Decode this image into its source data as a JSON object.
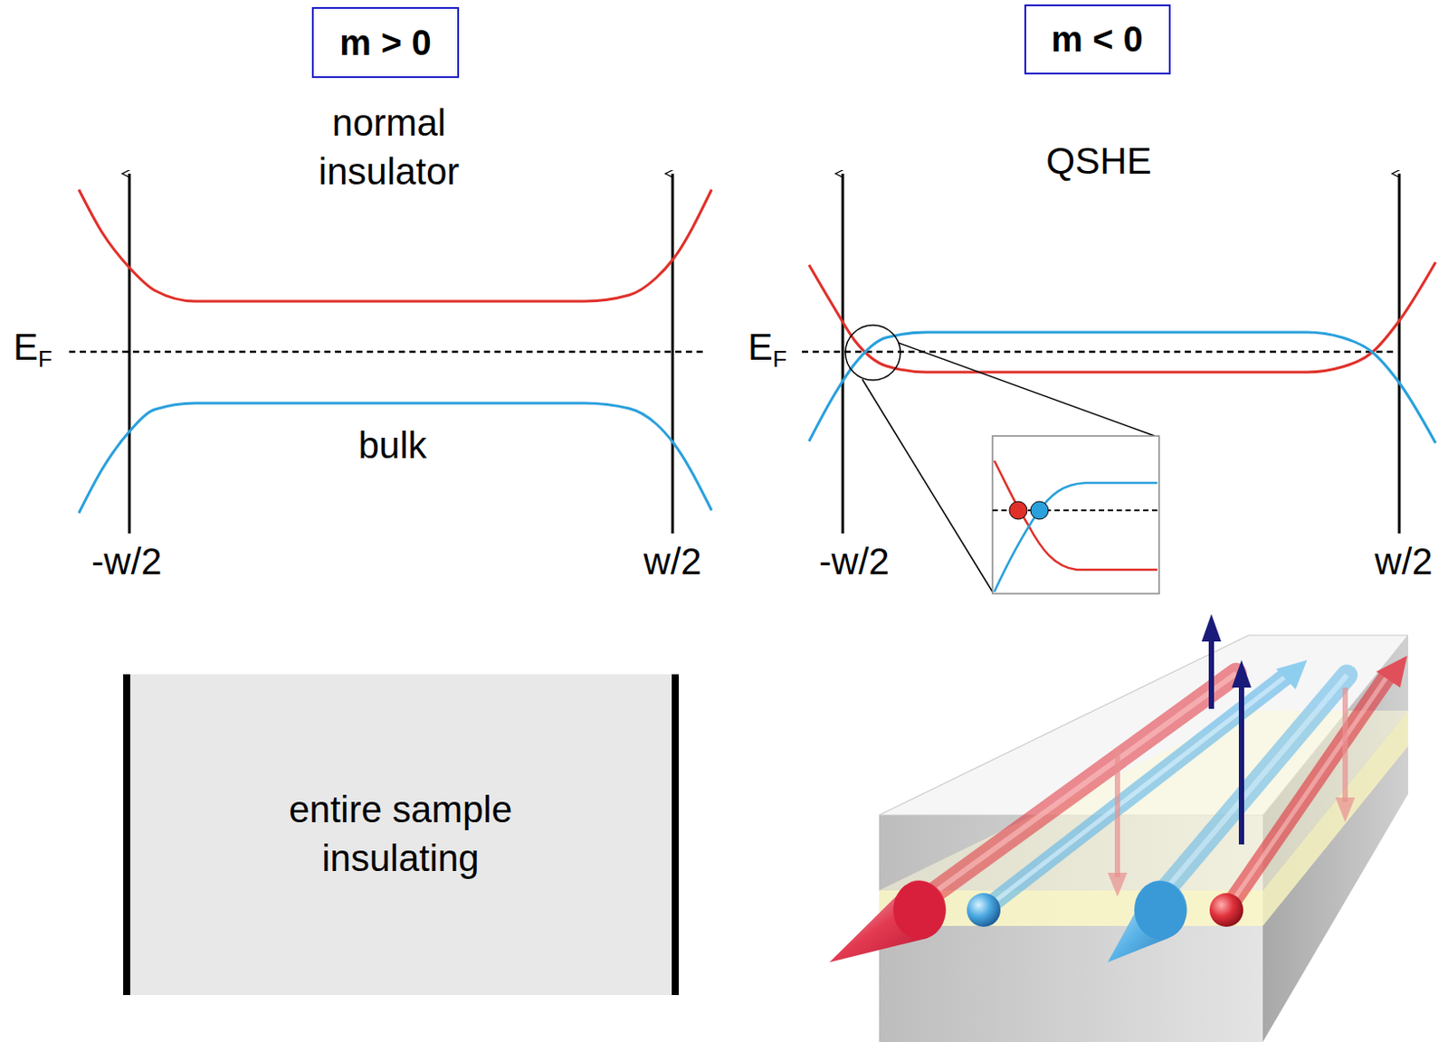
{
  "diagram": {
    "nodes": [
      {
        "text": [
          "m > 0"
        ]
      },
      {
        "text": [
          "m < 0"
        ]
      },
      {
        "text": [
          "entire sample insulating"
        ]
      }
    ],
    "labels": [
      "normal insulator",
      "QSHE",
      "EF",
      "EF",
      "bulk",
      "-w/2",
      "w/2",
      "-w/2",
      "w/2"
    ]
  }
}
